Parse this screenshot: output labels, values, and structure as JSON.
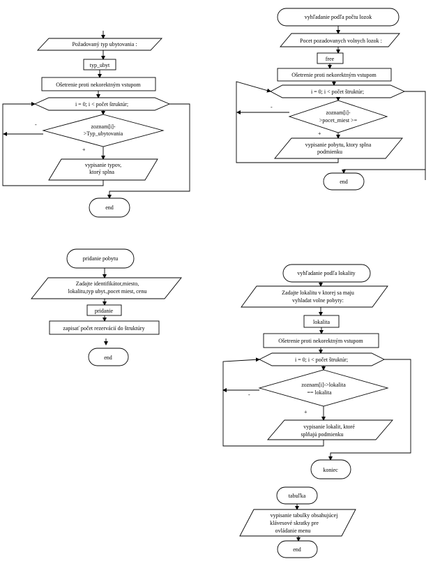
{
  "flow1": {
    "input_label": "Požadovaný typ ubytovania :",
    "var_label": "typ_ubyt",
    "check_label": "Ošetrenie proti nekorektným vstupom",
    "loop_label": "i = 0; i < počet štruktúr;",
    "cond_line1": "zoznam[i]-",
    "cond_line2": ">Typ_ubytovania",
    "output_line1": "vypisanie typov,",
    "output_line2": "ktorý splna",
    "end_label": "end",
    "minus": "-",
    "plus": "+"
  },
  "flow2": {
    "start_label": "vyhľadanie podľa počtu lozok",
    "input_label": "Pocet pozadovanych volnych lozok :",
    "var_label": "free",
    "check_label": "Ošetrenie proti nekorektným vstupom",
    "loop_label": "i = 0; i < počet štruktúr;",
    "cond_line1": "zoznam[i]-",
    "cond_line2": ">pocet_miest >=",
    "output_line1": "vypisanie pobytu, ktory splna",
    "output_line2": "podmienku",
    "end_label": "end",
    "minus": "-",
    "plus": "+"
  },
  "flow3": {
    "start_label": "pridanie pobytu",
    "input_line1": "Zadajte identifikátor,miesto,",
    "input_line2": "lokalitu,typ ubyt.,pocet miest, cenu",
    "var_label": "pridanie",
    "save_label": "zapisať počet rezervácií do štruktúry",
    "end_label": "end"
  },
  "flow4": {
    "start_label": "vyhľadanie podľa lokality",
    "input_line1": "Zadajte lokalitu v ktorej sa maju",
    "input_line2": "vyhladat volne pobyty:",
    "var_label": "lokalita",
    "check_label": "Ošetrenie proti nekorektným vstupom",
    "loop_label": "i = 0; i < počet štruktúr;",
    "cond_line1": "zoznam[i]->lokalita",
    "cond_line2": "== lokalita",
    "output_line1": "vypisanie lokalit, ktoré",
    "output_line2": "splňajú podmienku",
    "end_label": "koniec",
    "minus": "-",
    "plus": "+"
  },
  "flow5": {
    "start_label": "tabuľka",
    "output_line1": "vypisanie tabulky obsahujúcej",
    "output_line2": "klávesové skratky pre",
    "output_line3": "ovládanie menu",
    "end_label": "end"
  }
}
